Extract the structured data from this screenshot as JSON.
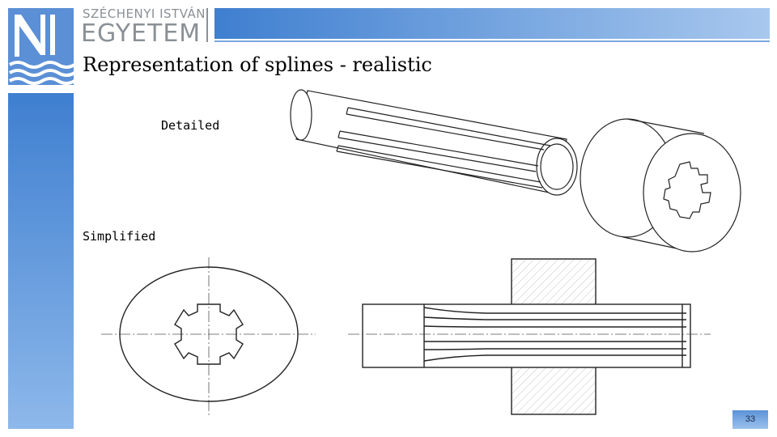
{
  "header": {
    "university_line1": "SZÉCHENYI ISTVÁN",
    "university_line2": "EGYETEM",
    "logo_icon": "university-logo-icon",
    "accent_color": "#3f7fd0"
  },
  "slide": {
    "title": "Representation of splines - realistic",
    "labels": {
      "detailed": "Detailed",
      "simplified": "Simplified"
    },
    "page_number": "33"
  }
}
